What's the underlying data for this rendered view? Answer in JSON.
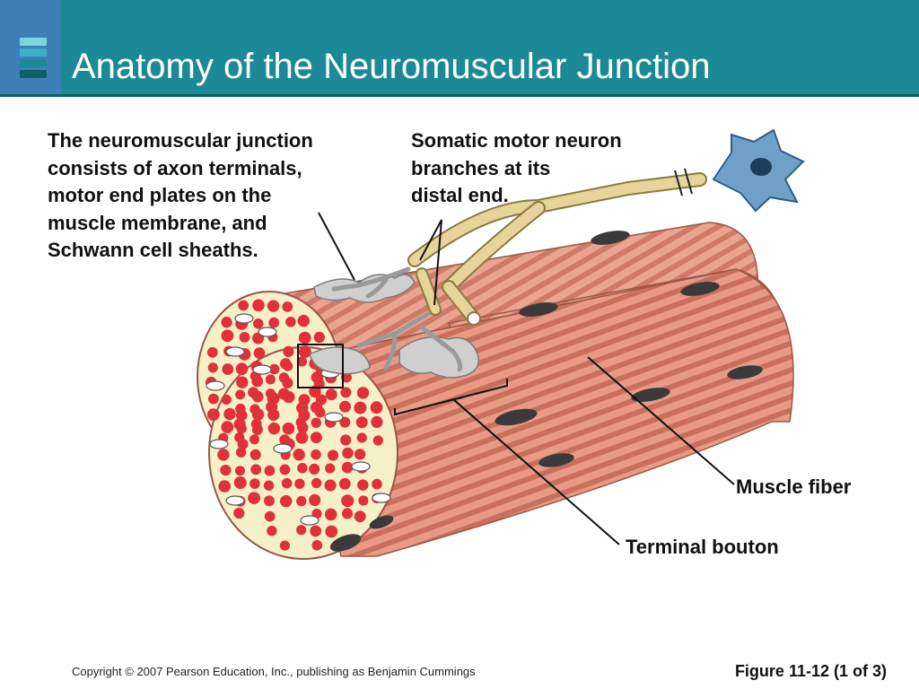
{
  "slide": {
    "title": "Anatomy of the Neuromuscular Junction"
  },
  "diagram": {
    "caption_junction": "The neuromuscular junction\nconsists of axon terminals,\nmotor end plates on the\nmuscle membrane, and\nSchwann cell sheaths.",
    "caption_neuron": "Somatic motor neuron\nbranches at its\ndistal end.",
    "label_muscle_fiber": "Muscle fiber",
    "label_terminal_bouton": "Terminal bouton"
  },
  "footer": {
    "copyright": "Copyright © 2007 Pearson Education, Inc., publishing as Benjamin Cummings",
    "figure_ref": "Figure 11-12 (1 of 3)"
  },
  "colors": {
    "header_teal": "#1c8a96",
    "logo_blue": "#3f7fb8",
    "muscle_pink": "#e89a86",
    "muscle_stripe": "#c8705d",
    "myofibril_red": "#e0303a",
    "cross_section_cream": "#f6f0c8",
    "axon_tan": "#e6d49a",
    "neuron_body_blue": "#6fa0c8",
    "terminal_gray": "#cfcfcf"
  }
}
